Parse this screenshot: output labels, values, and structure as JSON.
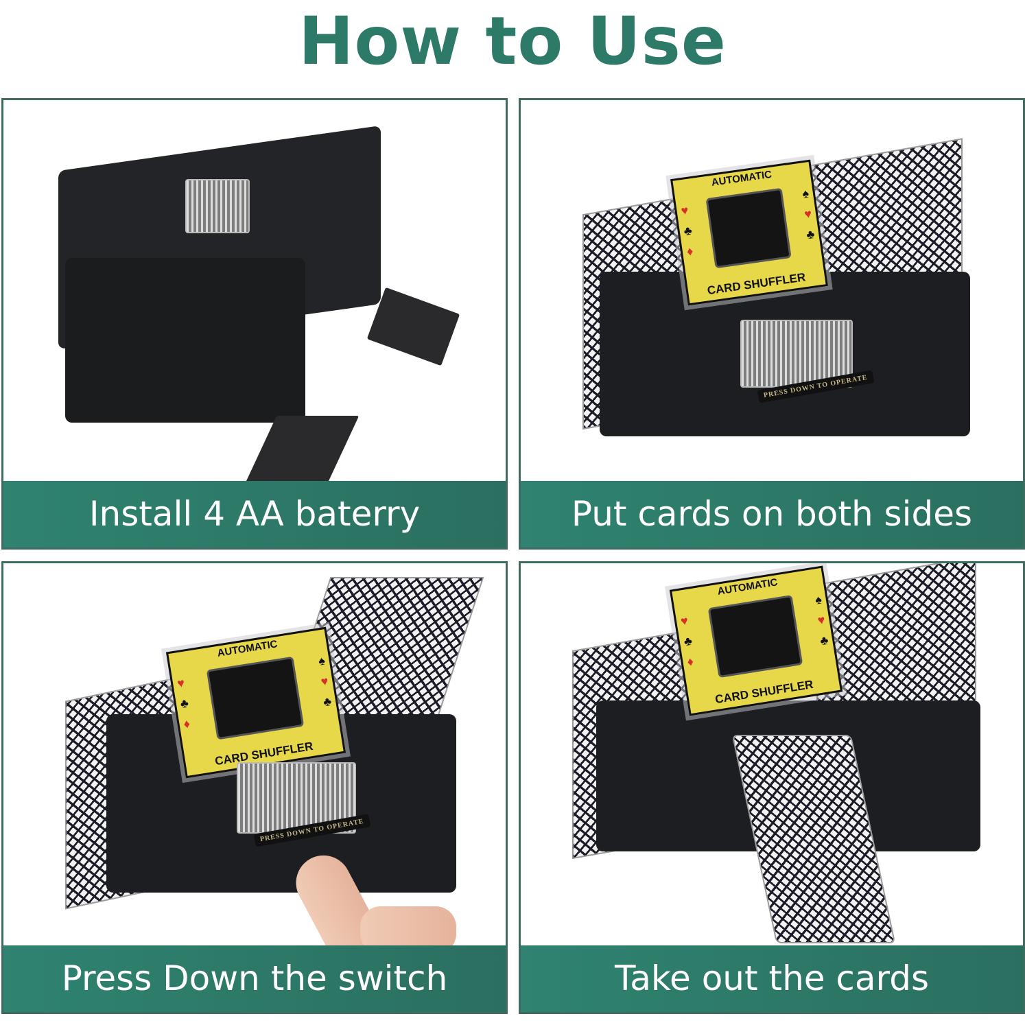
{
  "header": {
    "title": "How to Use"
  },
  "colors": {
    "accent": "#2e7a68",
    "caption_bg": "#2b7565",
    "border": "#3f6b60",
    "plate": "#e7d84a"
  },
  "steps": [
    {
      "caption": "Install 4 AA baterry",
      "image": "shuffler-open-battery-compartment"
    },
    {
      "caption": "Put cards on both sides",
      "image": "shuffler-loaded-with-cards",
      "plate_top": "AUTOMATIC",
      "plate_bottom": "CARD SHUFFLER",
      "switch_label": "PRESS DOWN TO OPERATE"
    },
    {
      "caption": "Press Down the switch",
      "image": "finger-pressing-switch",
      "plate_top": "AUTOMATIC",
      "plate_bottom": "CARD SHUFFLER",
      "switch_label": "PRESS DOWN TO OPERATE"
    },
    {
      "caption": "Take out the cards",
      "image": "shuffled-cards-out",
      "plate_top": "AUTOMATIC",
      "plate_bottom": "CARD SHUFFLER"
    }
  ],
  "icons": {
    "heart": "♥",
    "club": "♣",
    "diamond": "♦",
    "spade": "♠"
  }
}
